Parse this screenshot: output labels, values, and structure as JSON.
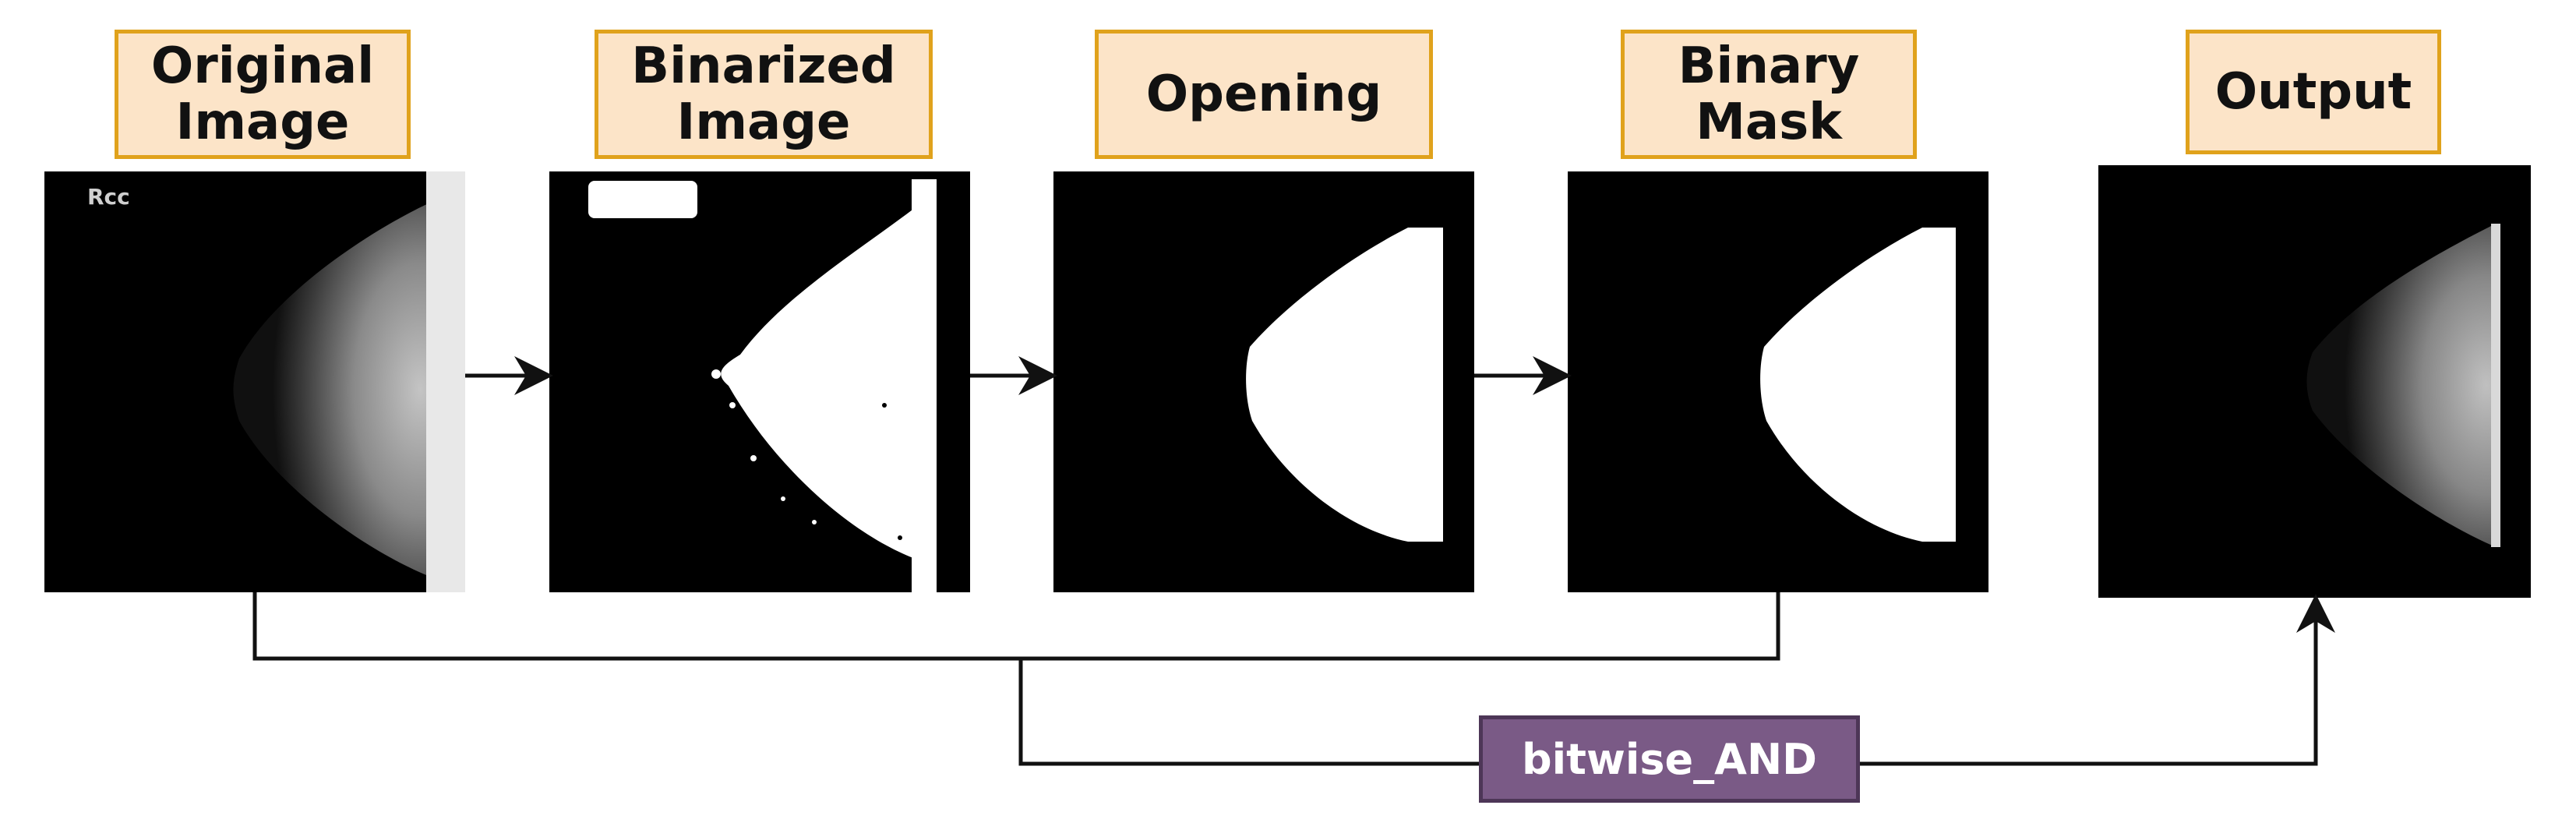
{
  "stages": [
    {
      "id": "original",
      "label": "Original\nImage"
    },
    {
      "id": "binarized",
      "label": "Binarized\nImage"
    },
    {
      "id": "opening",
      "label": "Opening"
    },
    {
      "id": "mask",
      "label": "Binary\nMask"
    },
    {
      "id": "output",
      "label": "Output"
    }
  ],
  "original_image_marker": "Rcc",
  "operation": {
    "label": "bitwise_AND"
  },
  "colors": {
    "label_fill": "#fce4c8",
    "label_border": "#e0a21c",
    "operation_fill": "#7a5a86",
    "panel_background": "#000000",
    "arrow": "#111111"
  }
}
